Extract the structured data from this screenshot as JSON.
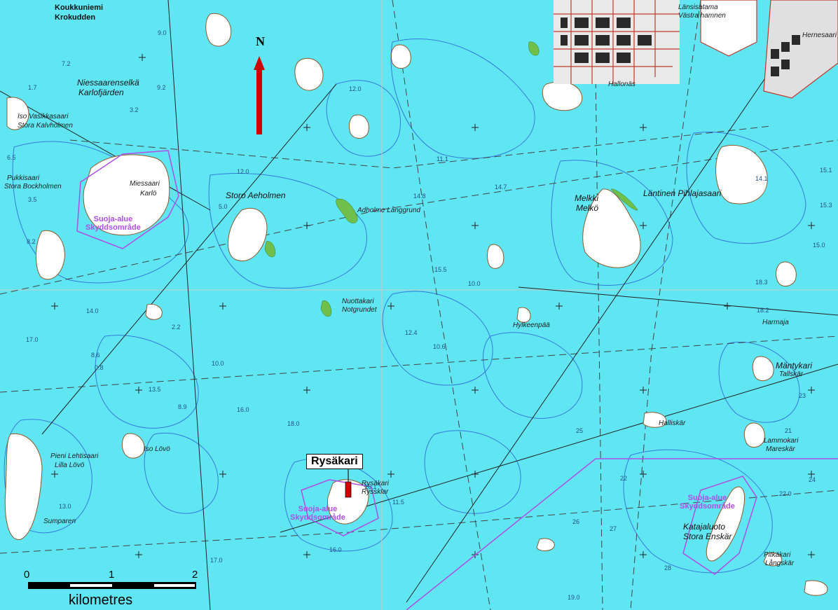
{
  "map": {
    "north_label": "N",
    "focus_label": "Rysäkari",
    "scale": {
      "ticks": [
        "0",
        "1",
        "2"
      ],
      "unit": "kilometres"
    },
    "labels": {
      "koukkuniemi": "Koukkuniemi",
      "krokudden": "Krokudden",
      "niessaarenselka": "Niessaarenselkä",
      "karlofjarden": "Karlofjärden",
      "iso_vasikkasaari": "Iso Vasikkasaari",
      "stora_kalvholmen": "Stora Kalvholmen",
      "miessaari": "Miessaari",
      "karlo": "Karlö",
      "suoja_1a": "Suoja-alue",
      "suoja_1b": "Skyddsområde",
      "storo_aeholmen": "Storo Aeholmen",
      "adholme": "Adholme Långgrund",
      "melkki_fi": "Melkki",
      "melkki_sv": "Melkö",
      "lantinen": "Läntinen Pihlajasaari",
      "mantykari": "Mäntykari",
      "tallskar": "Tallskär",
      "lammokari": "Lammokari",
      "mareskar": "Mareskär",
      "katajaluoto": "Katajaluoto",
      "stora_enskar": "Stora Enskär",
      "pitkakari": "Pitkäkari",
      "langskar": "Långskär",
      "suoja_2a": "Suoja-alue",
      "suoja_2b": "Skyddsområde",
      "suoja_3a": "Suoja-alue",
      "suoja_3b": "Skyddsområde",
      "rysakari_sv": "Rysäkari",
      "ryssklar": "Ryssklar",
      "fieni_lehtisaari": "Pieni Lehtisaari",
      "lilla_lovo": "Lilla Lövö",
      "iso_lovo": "Iso Lövö",
      "sumparen": "Sumparen",
      "lansisatama": "Länsisatama",
      "vastra_hamnen": "Västra hamnen",
      "hernesaari": "Hernesaari",
      "hallonas": "Hallonäs",
      "harmaja": "Harmaja",
      "hylkeenpaa": "Hylkeenpää",
      "halliskar": "Halliskär",
      "pukkisaari": "Pukkisaari",
      "stora_bockholmen": "Stora Bockholmen",
      "nuottakari": "Nuottakari",
      "notgrundet": "Notgrundet"
    },
    "depths": [
      "7.2",
      "9.2",
      "3.2",
      "1.7",
      "5.0",
      "12.0",
      "14.8",
      "14.7",
      "11.1",
      "12.0",
      "16.0",
      "15.3",
      "14.0",
      "10.0",
      "13.5",
      "17.0",
      "18.0",
      "25",
      "28",
      "26",
      "22",
      "24",
      "13.0",
      "16.0",
      "8.9",
      "8.6",
      "10.0",
      "18.3",
      "11.5",
      "21",
      "27",
      "23",
      "12.4",
      "10.6",
      "15.5",
      "6.5",
      "2.2",
      "3.5",
      "0.8",
      "15.0",
      "14.1",
      "18.2",
      "19.0",
      "17.0",
      "22.0",
      "8.2",
      "9.0",
      "16.1",
      "15.1"
    ]
  }
}
